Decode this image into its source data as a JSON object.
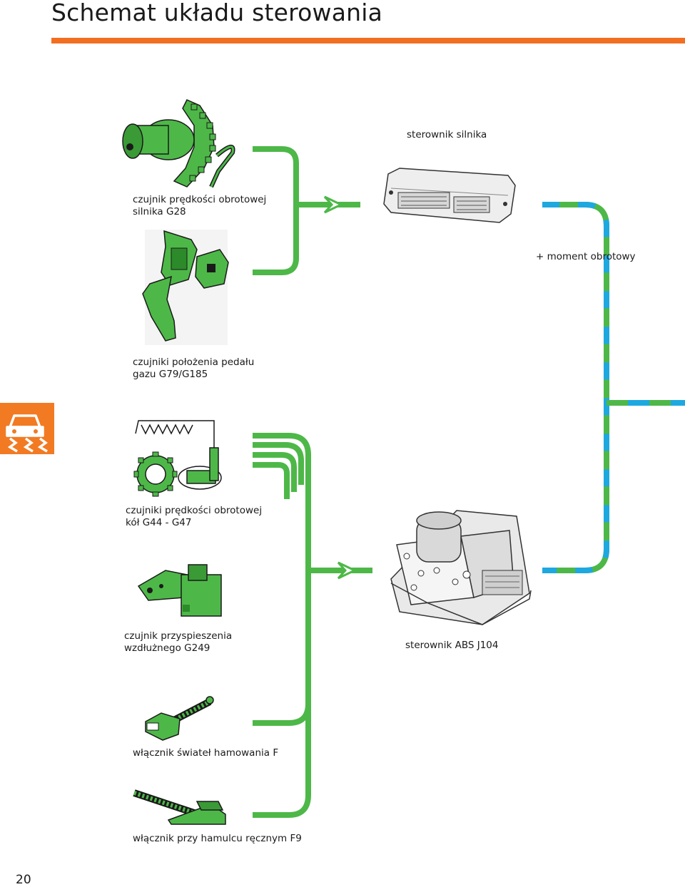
{
  "page": {
    "title": "Schemat układu sterowania",
    "page_number": "20"
  },
  "colors": {
    "accent": "#f26f21",
    "signal_green": "#4db848",
    "bus_blue": "#1ea8e0"
  },
  "section_icon": "car-skid-warning-icon",
  "components": {
    "engine_ecu": {
      "label": "sterownik silnika",
      "icon": "ecu-box-icon"
    },
    "torque": {
      "label": "+ moment obrotowy"
    },
    "g28": {
      "line1": "czujnik prędkości obrotowej",
      "line2": "silnika G28",
      "icon": "crankshaft-speed-sensor-icon"
    },
    "g79": {
      "line1": "czujniki położenia pedału",
      "line2": "gazu G79/G185",
      "icon": "accelerator-pedal-icon"
    },
    "g44": {
      "line1": "czujniki prędkości obrotowej",
      "line2": "kół G44 - G47",
      "icon": "wheel-speed-sensor-icon"
    },
    "g249": {
      "line1": "czujnik przyspieszenia",
      "line2": "wzdłużnego G249",
      "icon": "acceleration-sensor-icon"
    },
    "abs": {
      "label": "sterownik ABS J104",
      "icon": "abs-unit-icon"
    },
    "brake_light": {
      "label": "włącznik świateł hamowania F",
      "icon": "brake-light-switch-icon"
    },
    "handbrake": {
      "label": "włącznik przy hamulcu ręcznym F9",
      "icon": "handbrake-switch-icon"
    }
  }
}
